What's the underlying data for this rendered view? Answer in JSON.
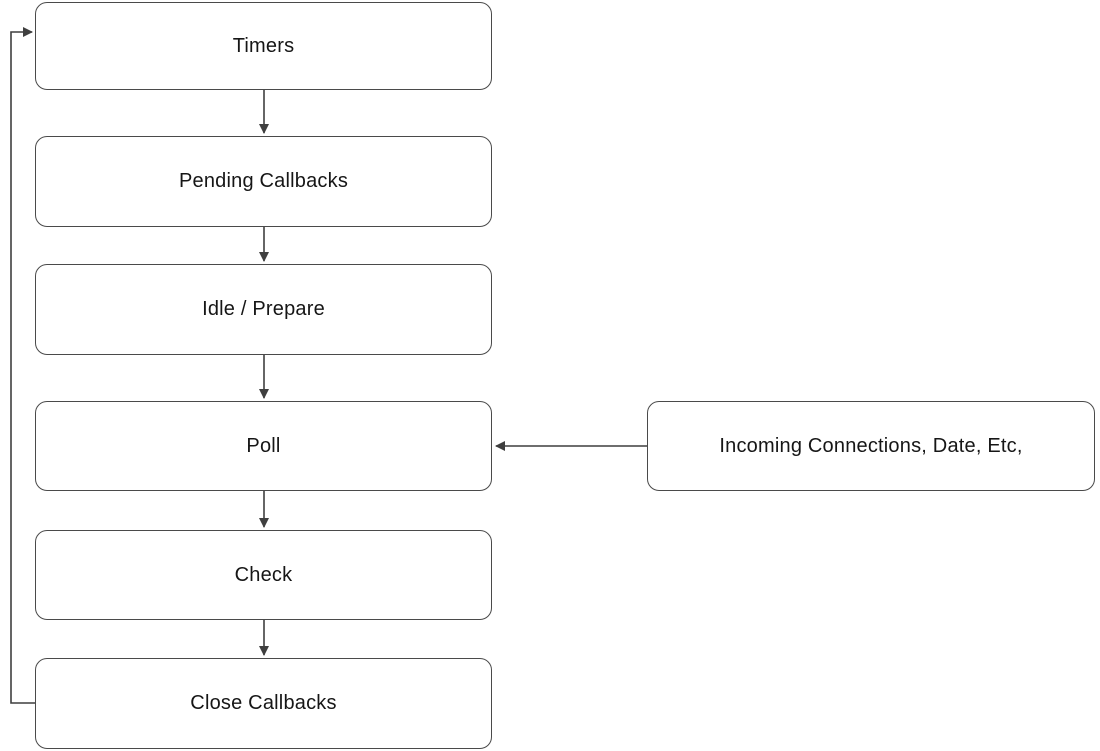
{
  "diagram": {
    "type": "flowchart",
    "background": "#ffffff",
    "box_fill": "#ffffff",
    "box_border_color": "#4a4a4a",
    "arrow_color": "#3f3f3f",
    "text_color": "#161616",
    "nodes": [
      {
        "id": "timers",
        "label": "Timers"
      },
      {
        "id": "pending-callbacks",
        "label": "Pending Callbacks"
      },
      {
        "id": "idle-prepare",
        "label": "Idle / Prepare"
      },
      {
        "id": "poll",
        "label": "Poll"
      },
      {
        "id": "check",
        "label": "Check"
      },
      {
        "id": "close-callbacks",
        "label": "Close Callbacks"
      },
      {
        "id": "incoming-connections",
        "label": "Incoming Connections, Date, Etc,"
      }
    ],
    "edges": [
      {
        "from": "timers",
        "to": "pending-callbacks",
        "direction": "down"
      },
      {
        "from": "pending-callbacks",
        "to": "idle-prepare",
        "direction": "down"
      },
      {
        "from": "idle-prepare",
        "to": "poll",
        "direction": "down"
      },
      {
        "from": "poll",
        "to": "check",
        "direction": "down"
      },
      {
        "from": "check",
        "to": "close-callbacks",
        "direction": "down"
      },
      {
        "from": "close-callbacks",
        "to": "timers",
        "direction": "loop-left-up"
      },
      {
        "from": "incoming-connections",
        "to": "poll",
        "direction": "left"
      }
    ]
  }
}
